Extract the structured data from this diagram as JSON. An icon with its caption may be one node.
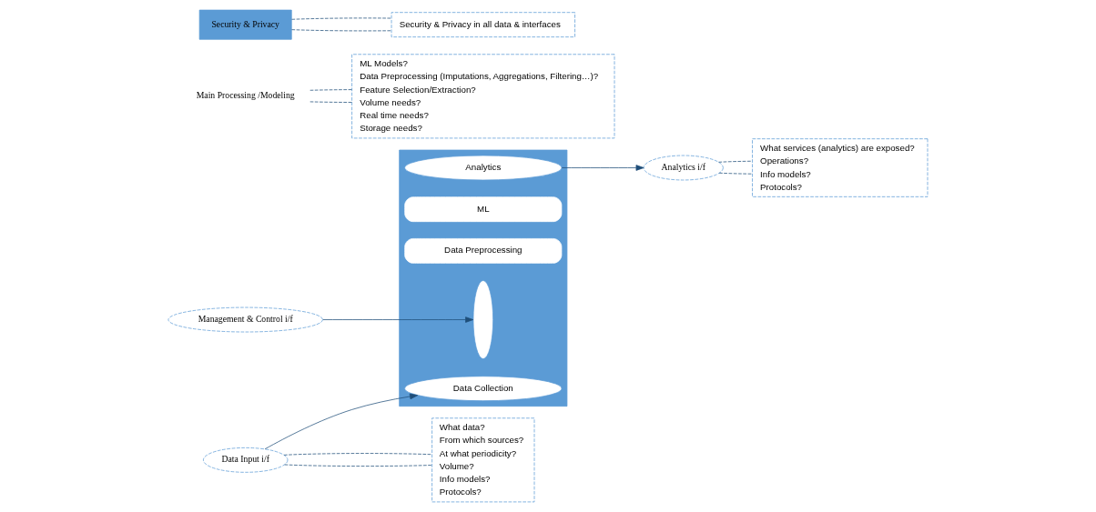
{
  "diagram": {
    "nodes": [
      {
        "text": [],
        "shape": "box"
      },
      {
        "text": [
          "Analytics"
        ],
        "in": 0
      },
      {
        "text": [
          "ML"
        ],
        "in": 0
      },
      {
        "text": [
          "Data Preprocessing"
        ],
        "in": 0
      },
      {
        "text": [
          "Data Collection"
        ],
        "in": 0
      },
      {
        "text": [],
        "shape": "ellipse",
        "in": 0
      },
      {
        "text": [
          "Analytics i/f"
        ]
      },
      {
        "text": [
          "Management & Control i/f"
        ]
      },
      {
        "text": [
          "Data Input i/f"
        ]
      },
      {
        "text": [
          "Main Processing /Modeling"
        ]
      },
      {
        "text": [
          "Security & Privacy"
        ]
      },
      {
        "text": [
          "What services (analytics) are exposed?",
          "Operations?",
          "Info models?",
          "Protocols?"
        ]
      },
      {
        "text": [
          "ML Models?",
          "Data Preprocessing (Imputations, Aggregations, Filtering…)?",
          "Feature Selection/Extraction?",
          "Volume needs?",
          "Real time needs?",
          "Storage needs?"
        ]
      },
      {
        "text": [
          "What data?",
          "From which sources?",
          "At what periodicity?",
          "Volume?",
          "Info models?",
          "Protocols?"
        ]
      },
      {
        "text": [
          "Security & Privacy in all data & interfaces"
        ]
      }
    ],
    "edges": [
      {
        "from": 7,
        "to": 5,
        "arrow": "to"
      },
      {
        "from": 1,
        "to": 6,
        "arrow": "to"
      },
      {
        "from": 8,
        "to": 4,
        "arrow": "to"
      },
      {
        "from": 6,
        "to": 11,
        "arrow": "none",
        "style": "dashed"
      },
      {
        "from": 6,
        "to": 11,
        "arrow": "none",
        "style": "dashed"
      },
      {
        "from": 9,
        "to": 12,
        "arrow": "none",
        "style": "dashed"
      },
      {
        "from": 9,
        "to": 12,
        "arrow": "none",
        "style": "dashed"
      },
      {
        "from": 8,
        "to": 13,
        "arrow": "none",
        "style": "dashed"
      },
      {
        "from": 8,
        "to": 13,
        "arrow": "none",
        "style": "dashed"
      },
      {
        "from": 10,
        "to": 14,
        "arrow": "none",
        "style": "dashed"
      },
      {
        "from": 10,
        "to": 14,
        "arrow": "none",
        "style": "dashed"
      }
    ]
  }
}
